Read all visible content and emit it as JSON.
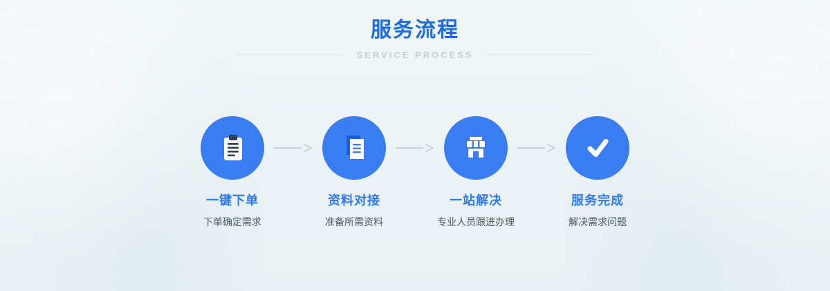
{
  "header": {
    "title": "服务流程",
    "subtitle": "SERVICE  PROCESS"
  },
  "steps": [
    {
      "icon": "clipboard-icon",
      "title": "一键下单",
      "desc": "下单确定需求"
    },
    {
      "icon": "documents-icon",
      "title": "资料对接",
      "desc": "准备所需资料"
    },
    {
      "icon": "storefront-icon",
      "title": "一站解决",
      "desc": "专业人员跟进办理"
    },
    {
      "icon": "checkmark-icon",
      "title": "服务完成",
      "desc": "解决需求问题"
    }
  ],
  "colors": {
    "title_blue": "#1c6ce2",
    "step_title_blue": "#2e7af0",
    "circle_blue": "#3a7df2",
    "dark_icon_ink": "#2c3e50",
    "back_sheet_blue": "#1d5fd6",
    "subtitle_gray": "#c3ced6",
    "desc_gray": "#4d5a66",
    "arrow_gray": "#bdc7ce",
    "background": "#edf4f7"
  }
}
